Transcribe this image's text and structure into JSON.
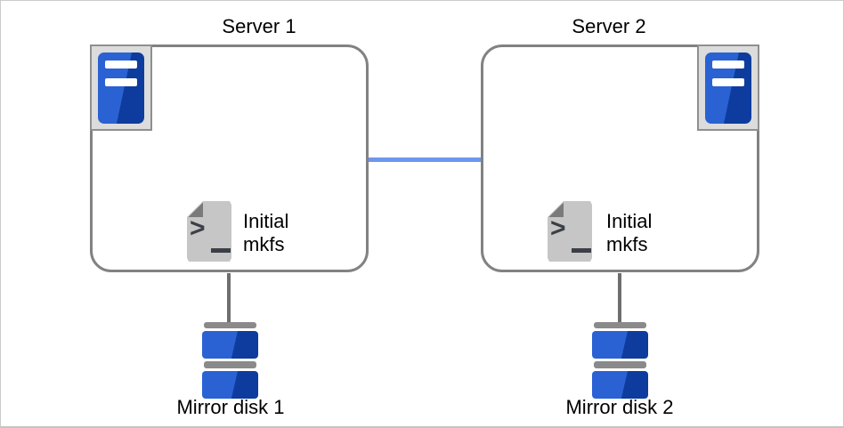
{
  "servers": [
    {
      "label": "Server 1",
      "script_lines": [
        "Initial",
        "mkfs"
      ],
      "disk_label": "Mirror disk 1"
    },
    {
      "label": "Server 2",
      "script_lines": [
        "Initial",
        "mkfs"
      ],
      "disk_label": "Mirror disk 2"
    }
  ],
  "icons": {
    "server_icon": "server-tower-icon",
    "script_icon": "terminal-script-file-icon",
    "disk_icon": "stacked-disk-icon",
    "prompt_glyph": ">"
  },
  "colors": {
    "accent_blue_light": "#2a62d4",
    "accent_blue_dark": "#0e3c9e",
    "link_blue": "#6e96ee",
    "outline_gray": "#828282",
    "icon_gray": "#c6c6c6",
    "fold_gray": "#7a7a7a",
    "bar_gray": "#8a8a8a"
  }
}
